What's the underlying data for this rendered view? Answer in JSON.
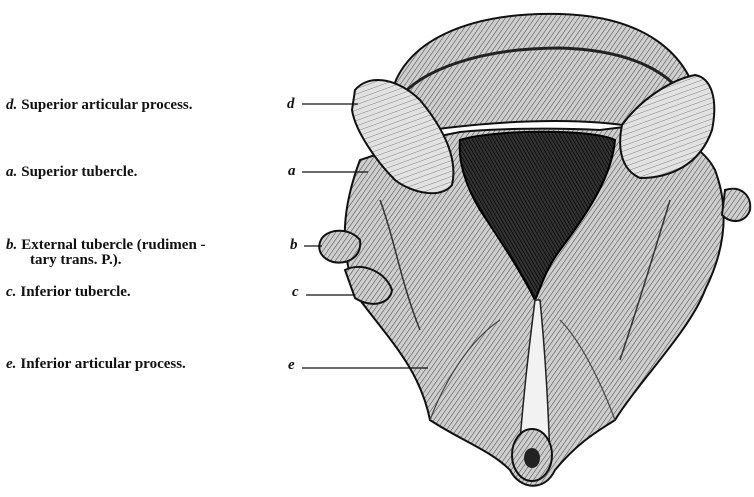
{
  "labels": [
    {
      "letter": "d.",
      "text": "Superior articular process.",
      "end": "d"
    },
    {
      "letter": "a.",
      "text": "Superior tubercle.",
      "end": "a"
    },
    {
      "letter": "b.",
      "text": "External tubercle (rudimen -",
      "text2": "tary trans. P.).",
      "end": "b"
    },
    {
      "letter": "c.",
      "text": "Inferior tubercle.",
      "end": "c"
    },
    {
      "letter": "e.",
      "text": "Inferior articular process.",
      "end": "e"
    }
  ]
}
